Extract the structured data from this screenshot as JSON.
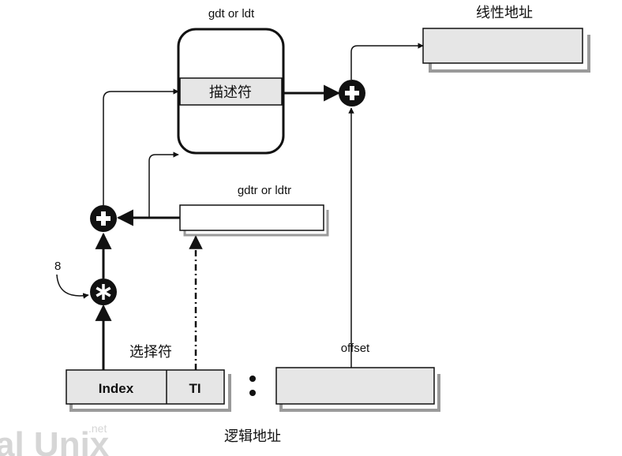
{
  "labels": {
    "gdt_ldt": "gdt or ldt",
    "descriptor": "描述符",
    "linear_address": "线性地址",
    "gdtr_ldtr": "gdtr or ldtr",
    "eight": "8",
    "selector": "选择符",
    "index": "Index",
    "ti": "TI",
    "offset": "offset",
    "colon": ":",
    "logical_address": "逻辑地址"
  },
  "watermark": {
    "text": "al Unix",
    "sub": ".net"
  },
  "colors": {
    "box_fill": "#e6e6e6",
    "stroke": "#111111",
    "shadow": "#9a9a9a",
    "watermark": "#d6d6d6"
  }
}
